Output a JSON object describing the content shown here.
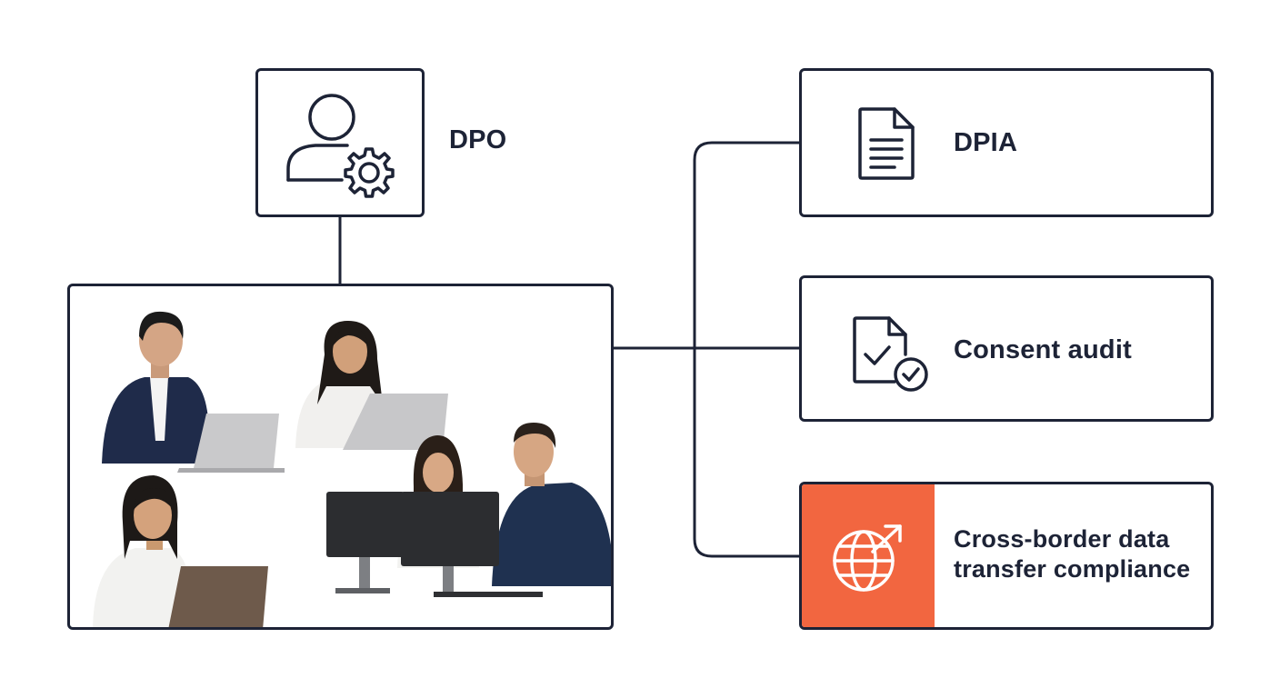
{
  "nodes": {
    "dpo": {
      "label": "DPO",
      "icon": "user-gear-icon"
    },
    "team": {
      "icon": "team-photo"
    },
    "dpia": {
      "label": "DPIA",
      "icon": "document-icon"
    },
    "consent": {
      "label": "Consent audit",
      "icon": "document-check-icon"
    },
    "transfer": {
      "label": "Cross-border data transfer compliance",
      "icon": "globe-arrow-icon"
    }
  },
  "colors": {
    "line": "#1d2336",
    "accent": "#f26640",
    "icon_on_accent": "#ffffff"
  }
}
